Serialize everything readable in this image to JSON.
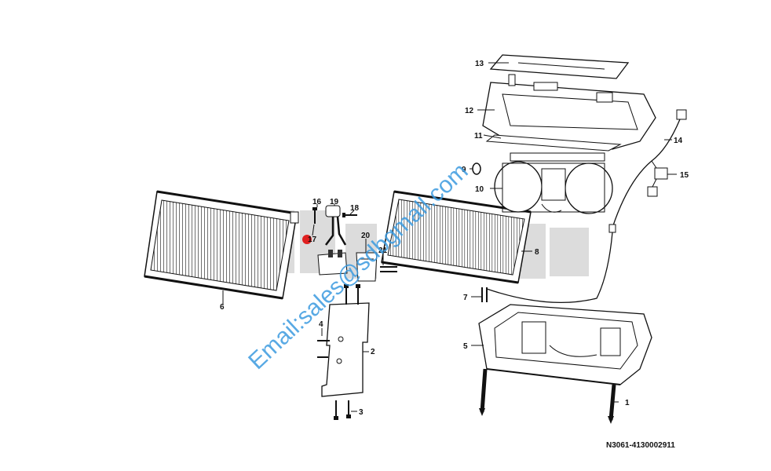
{
  "diagram": {
    "reference_code": "N3061-4130002911",
    "watermark_text": "Email:sales@sdbgmall.com",
    "callouts": [
      "1",
      "2",
      "3",
      "4",
      "5",
      "6",
      "7",
      "8",
      "9",
      "10",
      "11",
      "12",
      "13",
      "14",
      "15",
      "16",
      "17",
      "18",
      "19",
      "20",
      "21"
    ]
  },
  "colors": {
    "line": "#111111",
    "watermark": "#3b9be0",
    "logo_block": "#d9d9d9",
    "logo_red": "#e02020"
  }
}
